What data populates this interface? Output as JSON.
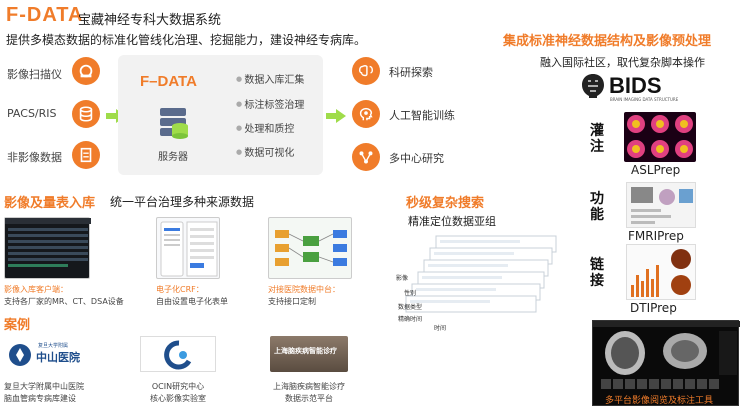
{
  "header": {
    "brand": "F-DATA",
    "title": "宝藏神经专科大数据系统",
    "subtitle": "提供多模态数据的标准化管线化治理、挖掘能力，建设神经专病库。"
  },
  "sources": [
    {
      "label": "影像扫描仪",
      "icon": "scanner-icon"
    },
    {
      "label": "PACS/RIS",
      "icon": "database-icon"
    },
    {
      "label": "非影像数据",
      "icon": "document-icon"
    }
  ],
  "center": {
    "brand": "F–DATA",
    "server_label": "服务器",
    "bullets": [
      "数据入库汇集",
      "标注标签治理",
      "处理和质控",
      "数据可视化"
    ]
  },
  "outputs": [
    {
      "label": "科研探索",
      "icon": "brain-icon"
    },
    {
      "label": "人工智能训练",
      "icon": "head-ai-icon"
    },
    {
      "label": "多中心研究",
      "icon": "network-icon"
    }
  ],
  "bids": {
    "title": "集成标准神经数据结构及影像预处理",
    "subtitle": "融入国际社区，取代复杂脚本操作",
    "logo_text": "BIDS",
    "logo_sub": "BRAIN IMAGING DATA STRUCTURE",
    "groups": [
      {
        "chars": [
          "灌",
          "注"
        ],
        "label": "ASLPrep"
      },
      {
        "chars": [
          "功",
          "能"
        ],
        "label": "FMRIPrep"
      },
      {
        "chars": [
          "链",
          "接"
        ],
        "label": "DTIPrep"
      }
    ],
    "viewer_caption": "多平台影像阅览及标注工具"
  },
  "ingest": {
    "title": "影像及量表入库",
    "subtitle": "统一平台治理多种来源数据",
    "items": [
      {
        "label": "影像入库客户端：",
        "desc": "支持各厂家的MR、CT、DSA设备"
      },
      {
        "label": "电子化CRF：",
        "desc": "自由设置电子化表单"
      },
      {
        "label": "对接医院数据中台：",
        "desc": "支持接口定制"
      }
    ]
  },
  "search": {
    "title": "秒级复杂搜索",
    "subtitle": "精准定位数据亚组",
    "axis_labels": [
      "影像",
      "性别",
      "数据类型",
      "精确时间",
      "时间"
    ]
  },
  "cases": {
    "title": "案例",
    "items": [
      {
        "logo_text": "中山医院",
        "logo_small": "复旦大学附属",
        "line1": "复旦大学附属中山医院",
        "line2": "脑血管病专病库建设"
      },
      {
        "logo_text": "",
        "logo_small": "",
        "line1": "OCIN研究中心",
        "line2": "核心影像实验室"
      },
      {
        "logo_text": "上海脑疾病智能诊疗",
        "logo_small": "",
        "line1": "上海脑疾病智能诊疗",
        "line2": "数据示范平台"
      }
    ]
  },
  "colors": {
    "accent": "#f07c2a",
    "arrow": "#9fdc4a",
    "panel": "#f2f2f2"
  }
}
